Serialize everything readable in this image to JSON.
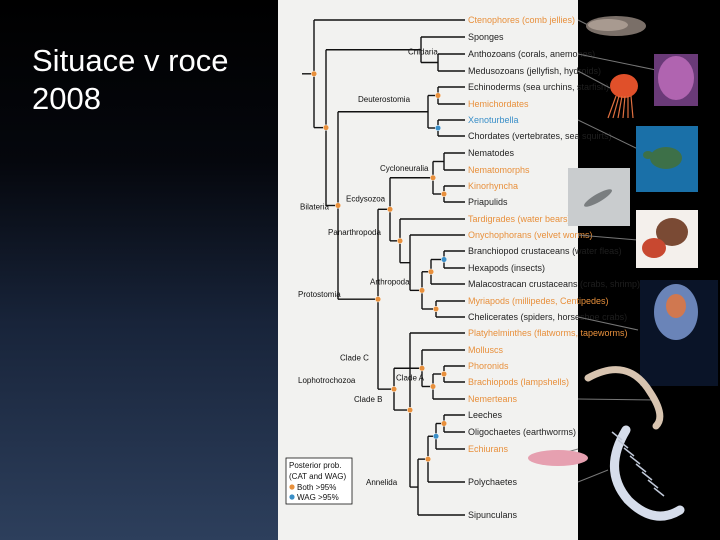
{
  "slide": {
    "title": "Situace v roce 2008"
  },
  "taxa": [
    {
      "label": "Ctenophores (comb jellies)",
      "color": "#e8903c"
    },
    {
      "label": "Sponges",
      "color": "#1f1f1f"
    },
    {
      "label": "Anthozoans (corals, anemones)",
      "color": "#1f1f1f"
    },
    {
      "label": "Medusozoans (jellyfish, hydroids)",
      "color": "#1f1f1f"
    },
    {
      "label": "Echinoderms (sea urchins, starfish)",
      "color": "#1f1f1f"
    },
    {
      "label": "Hemichordates",
      "color": "#e8903c"
    },
    {
      "label": "Xenoturbella",
      "color": "#3a8fc8"
    },
    {
      "label": "Chordates (vertebrates, sea squirts)",
      "color": "#1f1f1f"
    },
    {
      "label": "Nematodes",
      "color": "#1f1f1f"
    },
    {
      "label": "Nematomorphs",
      "color": "#e8903c"
    },
    {
      "label": "Kinorhyncha",
      "color": "#e8903c"
    },
    {
      "label": "Priapulids",
      "color": "#1f1f1f"
    },
    {
      "label": "Tardigrades (water bears)",
      "color": "#e8903c"
    },
    {
      "label": "Onychophorans (velvet worms)",
      "color": "#e8903c"
    },
    {
      "label": "Branchiopod crustaceans (water fleas)",
      "color": "#1f1f1f"
    },
    {
      "label": "Hexapods (insects)",
      "color": "#1f1f1f"
    },
    {
      "label": "Malacostracan crustaceans (crabs, shrimp)",
      "color": "#1f1f1f"
    },
    {
      "label": "Myriapods (millipedes, Centipedes)",
      "color": "#e8903c"
    },
    {
      "label": "Chelicerates (spiders, horseshoe crabs)",
      "color": "#1f1f1f"
    },
    {
      "label": "Platyhelminthes (flatworms, tapeworms)",
      "color": "#e8903c"
    },
    {
      "label": "Molluscs",
      "color": "#e8903c"
    },
    {
      "label": "Phoronids",
      "color": "#e8903c"
    },
    {
      "label": "Brachiopods (lampshells)",
      "color": "#e8903c"
    },
    {
      "label": "Nemerteans",
      "color": "#e8903c"
    },
    {
      "label": "Leeches",
      "color": "#1f1f1f"
    },
    {
      "label": "Oligochaetes (earthworms)",
      "color": "#1f1f1f"
    },
    {
      "label": "Echiurans",
      "color": "#e8903c"
    },
    {
      "label": "Polychaetes",
      "color": "#1f1f1f"
    },
    {
      "label": "Sipunculans",
      "color": "#1f1f1f"
    }
  ],
  "clades": [
    {
      "label": "Cnidaria"
    },
    {
      "label": "Deuterostomia"
    },
    {
      "label": "Bilateria"
    },
    {
      "label": "Cycloneuralia"
    },
    {
      "label": "Ecdysozoa"
    },
    {
      "label": "Panarthropoda"
    },
    {
      "label": "Protostomia"
    },
    {
      "label": "Arthropoda"
    },
    {
      "label": "Lophotrochozoa"
    },
    {
      "label": "Clade C"
    },
    {
      "label": "Clade A"
    },
    {
      "label": "Clade B"
    },
    {
      "label": "Annelida"
    }
  ],
  "legend": {
    "title": "Posterior prob.",
    "subtitle": "(CAT and WAG)",
    "items": [
      {
        "label": "Both >95%",
        "color": "#e8903c"
      },
      {
        "label": "WAG >95%",
        "color": "#3a8fc8"
      }
    ]
  },
  "colors": {
    "tree_background": "#f2f2f0",
    "branch": "#111111",
    "node_orange": "#e8903c",
    "node_blue": "#3a8fc8"
  },
  "photos": [
    {
      "name": "comb-jelly-photo"
    },
    {
      "name": "sponge-photo"
    },
    {
      "name": "jellyfish-photo"
    },
    {
      "name": "sea-turtle-photo"
    },
    {
      "name": "springtail-photo"
    },
    {
      "name": "hermit-crab-photo"
    },
    {
      "name": "squid-photo"
    },
    {
      "name": "nemertean-photo"
    },
    {
      "name": "echiuran-photo"
    },
    {
      "name": "polychaete-photo"
    }
  ]
}
